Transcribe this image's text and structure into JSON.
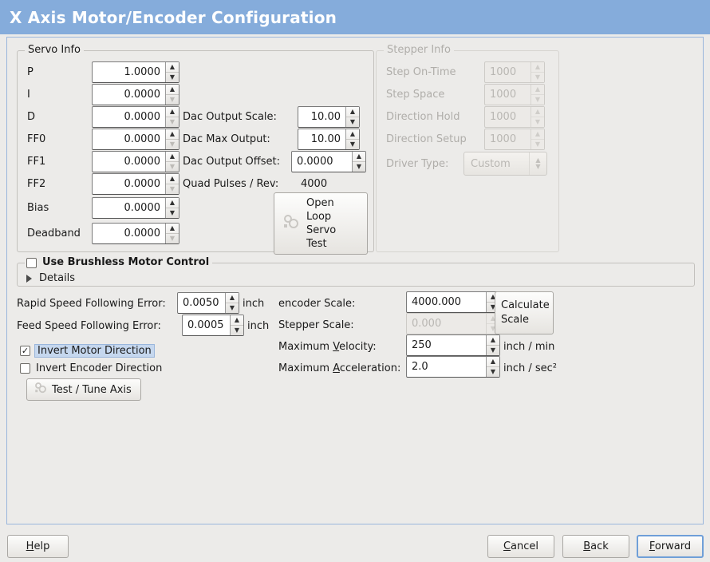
{
  "window": {
    "title": "X Axis Motor/Encoder Configuration",
    "title_bar_color": "#85acdb",
    "background_color": "#ecebe9",
    "frame_border_color": "#9ab6dc"
  },
  "servo_info": {
    "title": "Servo Info",
    "fields": [
      {
        "label": "P",
        "value": "1.0000",
        "up_enabled": true,
        "down_enabled": true
      },
      {
        "label": "I",
        "value": "0.0000",
        "up_enabled": true,
        "down_enabled": false
      },
      {
        "label": "D",
        "value": "0.0000",
        "up_enabled": true,
        "down_enabled": false
      },
      {
        "label": "FF0",
        "value": "0.0000",
        "up_enabled": true,
        "down_enabled": false
      },
      {
        "label": "FF1",
        "value": "0.0000",
        "up_enabled": true,
        "down_enabled": false
      },
      {
        "label": "FF2",
        "value": "0.0000",
        "up_enabled": true,
        "down_enabled": false
      },
      {
        "label": "Bias",
        "value": "0.0000",
        "up_enabled": true,
        "down_enabled": true
      },
      {
        "label": "Deadband",
        "value": "0.0000",
        "up_enabled": true,
        "down_enabled": false
      }
    ],
    "dac": [
      {
        "label": "Dac Output Scale:",
        "value": "10.00"
      },
      {
        "label": "Dac Max Output:",
        "value": "10.00"
      },
      {
        "label": "Dac Output Offset:",
        "value": "0.0000"
      }
    ],
    "quad_pulses_label": "Quad Pulses / Rev:",
    "quad_pulses_value": "4000",
    "open_loop_button": {
      "lines": [
        "Open",
        "Loop",
        "Servo",
        "Test"
      ],
      "icon": "gears-icon"
    }
  },
  "stepper_info": {
    "title": "Stepper Info",
    "disabled": true,
    "fields": [
      {
        "label": "Step On-Time",
        "value": "1000"
      },
      {
        "label": "Step Space",
        "value": "1000"
      },
      {
        "label": "Direction Hold",
        "value": "1000"
      },
      {
        "label": "Direction Setup",
        "value": "1000"
      }
    ],
    "driver_type": {
      "label": "Driver Type:",
      "value": "Custom"
    }
  },
  "brushless": {
    "checkbox_label": "Use Brushless Motor Control",
    "checked": false,
    "details_label": "Details",
    "details_expanded": false
  },
  "following_error": {
    "rapid": {
      "label": "Rapid Speed Following Error:",
      "value": "0.0050",
      "unit": "inch"
    },
    "feed": {
      "label": "Feed Speed Following Error:",
      "value": "0.0005",
      "unit": "inch"
    }
  },
  "direction": {
    "invert_motor": {
      "label": "Invert Motor Direction",
      "checked": true,
      "focused": true
    },
    "invert_encoder": {
      "label": "Invert Encoder Direction",
      "checked": false,
      "focused": false
    }
  },
  "test_tune_button": {
    "label": "Test / Tune Axis",
    "icon": "gears-icon"
  },
  "scales": {
    "encoder": {
      "label": "encoder Scale:",
      "value": "4000.000",
      "disabled": false,
      "unit": ""
    },
    "stepper": {
      "label": "Stepper Scale:",
      "value": "0.000",
      "disabled": true,
      "unit": ""
    },
    "max_velocity": {
      "label_pre": "Maximum ",
      "label_mnemonic": "V",
      "label_post": "elocity:",
      "value": "250",
      "unit": "inch / min"
    },
    "max_accel": {
      "label_pre": "Maximum ",
      "label_mnemonic": "A",
      "label_post": "cceleration:",
      "value": "2.0",
      "unit": "inch / sec²"
    },
    "calculate_button": {
      "lines": [
        "Calculate",
        "Scale"
      ]
    }
  },
  "footer": {
    "help": {
      "mnemonic": "H",
      "rest": "elp"
    },
    "cancel": {
      "mnemonic": "C",
      "rest": "ancel"
    },
    "back": {
      "mnemonic": "B",
      "rest": "ack"
    },
    "forward": {
      "mnemonic": "F",
      "rest": "orward",
      "focused": true
    }
  }
}
